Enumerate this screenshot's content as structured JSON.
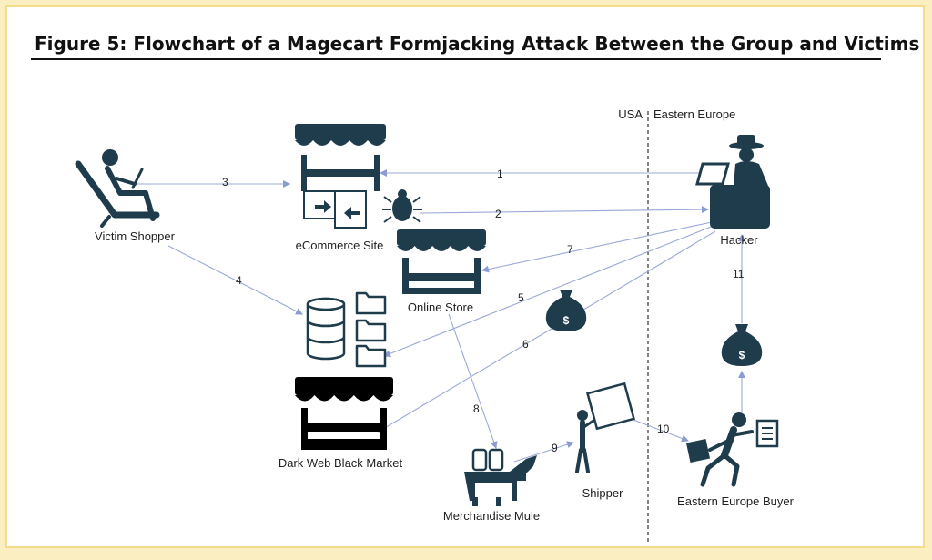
{
  "title": "Figure 5: Flowchart of a Magecart Formjacking Attack Between the Group and Victims",
  "regions": {
    "left": "USA",
    "right": "Eastern Europe"
  },
  "nodes": {
    "victim_shopper": "Victim Shopper",
    "ecommerce_site": "eCommerce Site",
    "hacker": "Hacker",
    "online_store": "Online Store",
    "dark_web": "Dark Web Black Market",
    "merchandise_mule": "Merchandise Mule",
    "shipper": "Shipper",
    "ee_buyer": "Eastern Europe Buyer"
  },
  "steps": {
    "s1": "1",
    "s2": "2",
    "s3": "3",
    "s4": "4",
    "s5": "5",
    "s6": "6",
    "s7": "7",
    "s8": "8",
    "s9": "9",
    "s10": "10",
    "s11": "11"
  },
  "colors": {
    "icon": "#1f3c4c",
    "arrow": "#9aa8d6",
    "dark_store": "#000000",
    "page_bg": "#fbeec0"
  },
  "icons": [
    "reclining-person-laptop-icon",
    "storefront-icon",
    "bug-icon",
    "hacker-at-laptop-icon",
    "database-icon",
    "folder-icon",
    "money-bag-icon",
    "donkey-mule-icon",
    "person-carrying-box-icon",
    "running-person-icon"
  ]
}
